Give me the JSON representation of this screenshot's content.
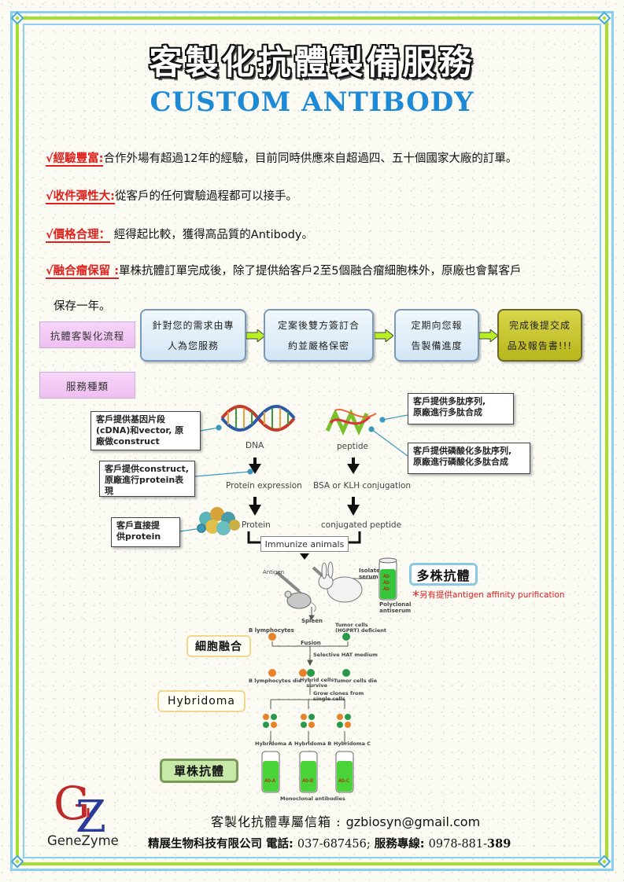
{
  "title": {
    "zh": "客製化抗體製備服務",
    "en": "CUSTOM ANTIBODY"
  },
  "bullets": [
    {
      "mark": "√",
      "key": "經驗豐富:",
      "text": "合作外場有超過12年的經驗，目前同時供應來自超過四、五十個國家大廠的訂單。"
    },
    {
      "mark": "√",
      "key": "收件彈性大:",
      "text": "從客戶的任何實驗過程都可以接手。"
    },
    {
      "mark": "√",
      "key": "價格合理：",
      "text": " 經得起比較，獲得高品質的Antibody。"
    },
    {
      "mark": "√",
      "key": "融合瘤保留 :",
      "text": "單株抗體訂單完成後，除了提供給客戶2至5個融合瘤細胞株外，原廠也會幫客戶",
      "continuation": "保存一年。"
    }
  ],
  "process": {
    "label": "抗體客製化流程",
    "steps": [
      {
        "line1": "針對您的需求由專",
        "line2": "人為您服務"
      },
      {
        "line1": "定案後雙方簽訂合",
        "line2": "約並嚴格保密"
      },
      {
        "line1": "定期向您報",
        "line2": "告製備進度"
      },
      {
        "line1": "完成後提交成",
        "line2": "品及報告書!!!"
      }
    ]
  },
  "services": {
    "label": "服務種類",
    "callouts": {
      "gene": [
        "客戶提供基因片段",
        "(cDNA)和vector, 原",
        "廠做construct"
      ],
      "construct": [
        "客戶提供construct,",
        "原廠進行protein表",
        "現"
      ],
      "protein": [
        "客戶直接提",
        "供protein"
      ],
      "peptide_seq": [
        "客戶提供多肽序列,",
        "原廠進行多肽合成"
      ],
      "phospho": [
        "客戶提供磷酸化多肽序列,",
        "原廠進行磷酸化多肽合成"
      ]
    },
    "diagram": {
      "dna": "DNA",
      "peptide": "peptide",
      "protein_expression": "Protein expression",
      "bsa_klh": "BSA or KLH conjugation",
      "protein": "Protein",
      "conjugated_peptide": "conjugated peptide",
      "immunize": "Immunize animals",
      "antigen": "Antigen",
      "isolate_serum": "Isolate\nserum",
      "polyclonal_antiserum": "Polyclonal\nantiserum",
      "ab": "Ab",
      "spleen": "Spleen",
      "b_lymph": "B lymphocytes",
      "tumor_cells": "Tumor cells\n(HGPRT) deficient",
      "fusion": "Fusion",
      "selective": "Selective HAT medium",
      "b_die": "B lymphocytes die",
      "hybrid_survive": "Hybrid cells\nsurvive",
      "tumor_die": "Tumor cells die",
      "grow_clones": "Grow clones from\nsingle cells",
      "hybridoma_a": "Hybridoma A",
      "hybridoma_b": "Hybridoma B",
      "hybridoma_c": "Hybridoma C",
      "ab_a": "Ab-A",
      "ab_b": "Ab-B",
      "ab_c": "Ab-C",
      "monoclonal": "Monoclonal antibodies"
    },
    "tags": {
      "polyclonal": "多株抗體",
      "fusion": "細胞融合",
      "hybridoma": "Hybridoma",
      "monoclonal": "單株抗體"
    },
    "note": {
      "asterisk": "*",
      "prefix": "另有提供",
      "text": "antigen affinity purification"
    }
  },
  "footer": {
    "logo_letters": "GZ",
    "brand": "GeneZyme",
    "email_label": "客製化抗體專屬信箱 : ",
    "email": "gzbiosyn@gmail.com",
    "company": "精展生物科技有限公司",
    "phone_label": " 電話: ",
    "phone": "037-687456;",
    "hotline_label": " 服務專線: ",
    "hotline": "0978-881-",
    "hotline_end": "389"
  },
  "colors": {
    "accent_red": "#e0201c",
    "title_blue": "#1e8ad6",
    "frame_green": "#a7de2e",
    "frame_blue": "#8ad0ee"
  }
}
